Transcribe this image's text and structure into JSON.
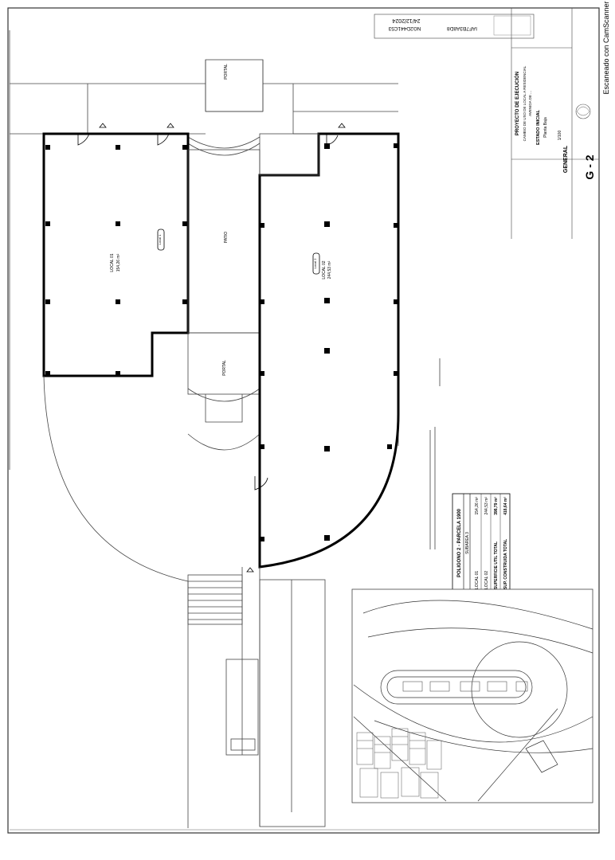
{
  "scanner": {
    "label": "Escaneado con CamScanner"
  },
  "title_block": {
    "project_type": "PROYECTO DE EJECUCIÓN",
    "project_line1": "CAMBIO DE USO DE LOCAL A RESIDENCIAL",
    "project_line2": "AVENIDA DE ...",
    "state": "ESTADO INICIAL",
    "floor": "Planta Baja",
    "scale": "1/100",
    "general_label": "GENERAL",
    "plan_number": "G - 2",
    "stamp_id_1": "IAF7B3A8D8",
    "stamp_id_2": "NG2D441C53",
    "stamp_date": "24/12/2024"
  },
  "plan": {
    "local1": {
      "name": "LOCAL 01",
      "area": "154,26 m²",
      "tag": "Local 1"
    },
    "local2": {
      "name": "LOCAL 02",
      "area": "244,53 m²",
      "tag": "Local 2"
    },
    "patio": "PATIO",
    "portal_top": "PORTAL",
    "portal_mid": "PORTAL"
  },
  "area_table": {
    "heading": "POLIGONO 2 - PARCELA 1900",
    "subheading": "SUBAREA 3",
    "rows": [
      {
        "label": "LOCAL 01",
        "value": "154,26 m²"
      },
      {
        "label": "LOCAL 02",
        "value": "244,53 m²"
      },
      {
        "label": "SUPERFICIE UTIL TOTAL",
        "value": "398,79 m²"
      },
      {
        "label": "SUP. CONSTRUIDA TOTAL",
        "value": "418,64 m²"
      }
    ]
  }
}
